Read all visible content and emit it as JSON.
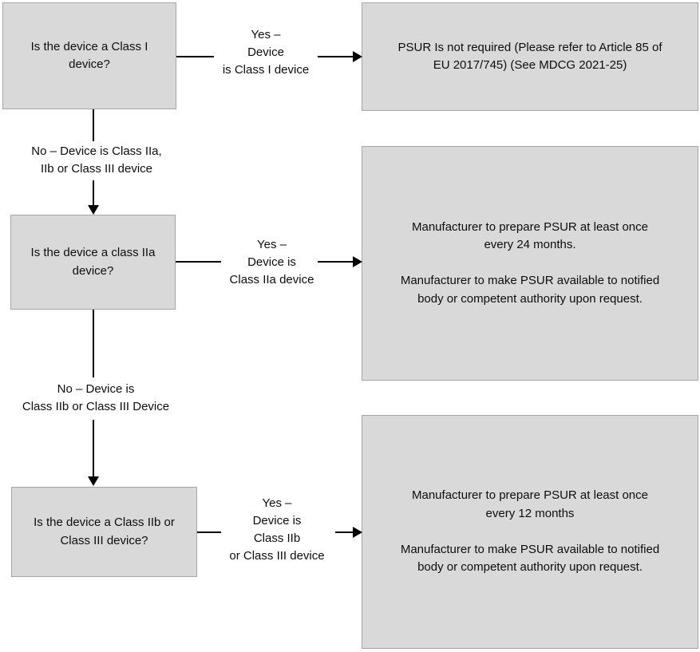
{
  "colors": {
    "box_fill": "#d9d9d9",
    "box_border": "#a6a6a6",
    "connector": "#000000",
    "text": "#0d0d0d",
    "background": "#ffffff"
  },
  "flow": {
    "q1": "Is the device a Class I\ndevice?",
    "yes1": "Yes –\nDevice\nis Class I device",
    "r1": "PSUR Is not required (Please refer to Article 85 of\nEU 2017/745)  (See MDCG 2021-25)",
    "no1": "No – Device is Class IIa,\nIIb or Class III device",
    "q2": "Is the device a class IIa\ndevice?",
    "yes2": "Yes –\nDevice is\nClass IIa device",
    "r2": "Manufacturer to prepare PSUR at least once\nevery 24 months.\n\nManufacturer to make PSUR available to notified\nbody or competent authority upon request.",
    "no2": "No – Device is\nClass IIb or Class III Device",
    "q3": "Is the device a Class IIb or\nClass III device?",
    "yes3": "Yes –\nDevice is\nClass IIb\nor Class III device",
    "r3": "Manufacturer to prepare PSUR at least once\nevery 12 months\n\nManufacturer to make PSUR available to notified\nbody or competent authority upon request."
  }
}
